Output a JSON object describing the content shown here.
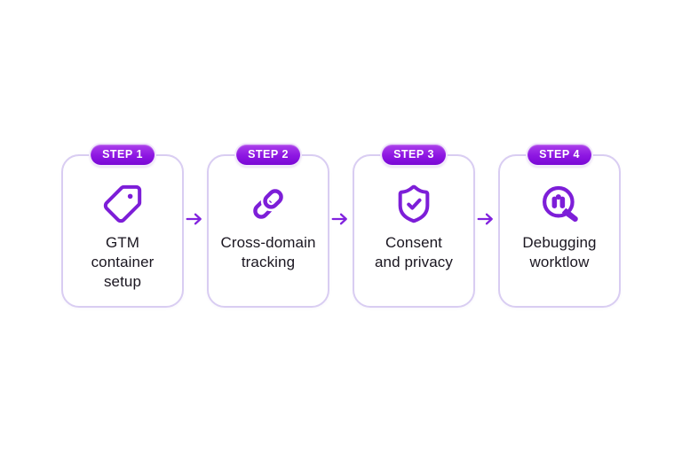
{
  "diagram": {
    "background": "#ffffff",
    "colors": {
      "accent_purple": "#7d1ed8",
      "badge_gradient_top": "#ab40ea",
      "badge_gradient_bottom": "#7a08d5",
      "badge_text": "#ffffff",
      "card_border": "#d9cdf2",
      "label_text": "#1a1620"
    },
    "steps": [
      {
        "badge": "STEP 1",
        "icon": "tag-icon",
        "label": "GTM\ncontainer\nsetup"
      },
      {
        "badge": "STEP 2",
        "icon": "link-icon",
        "label": "Cross-domain\ntracking"
      },
      {
        "badge": "STEP 3",
        "icon": "shield-check-icon",
        "label": "Consent\nand privacy"
      },
      {
        "badge": "STEP 4",
        "icon": "bug-search-icon",
        "label": "Debugging\nworktlow"
      }
    ],
    "arrow_glyph": "→"
  }
}
